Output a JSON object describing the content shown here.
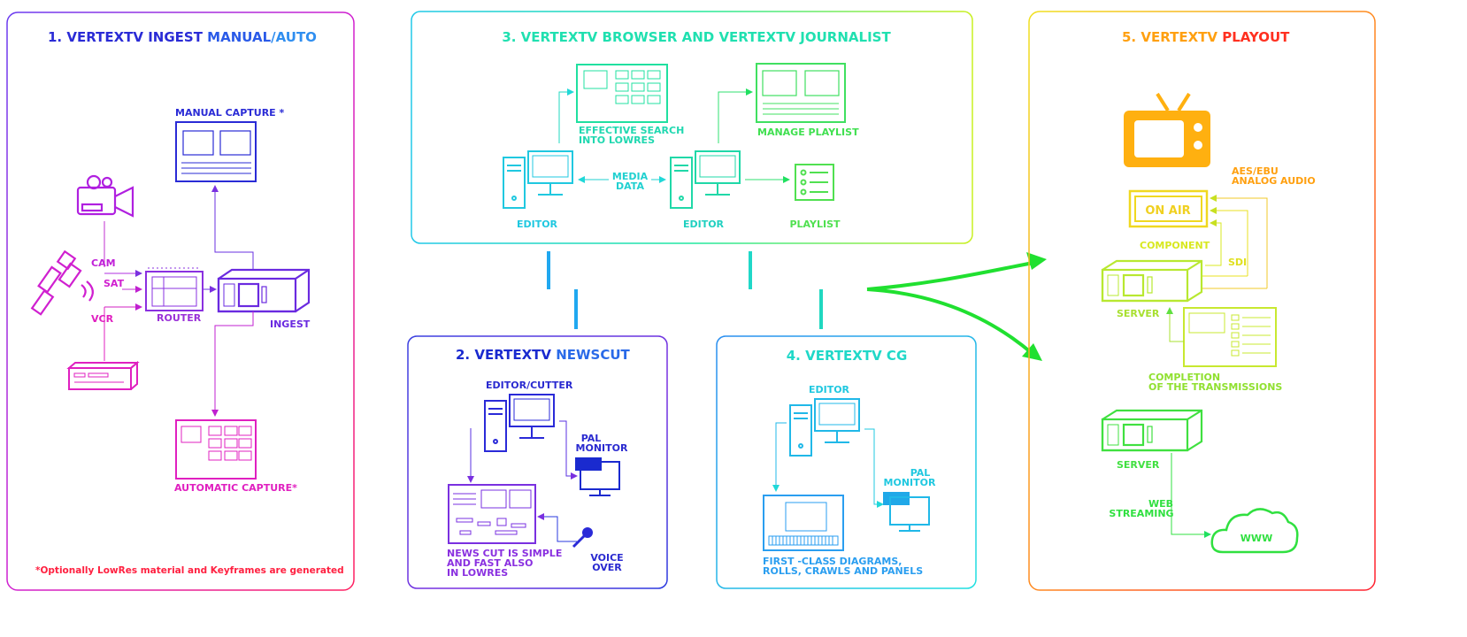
{
  "panels": {
    "ingest": {
      "title_num": "1. VERTEXTV INGEST ",
      "title_a": "MANUAL",
      "title_b": "/AUTO",
      "manual_capture": "MANUAL CAPTURE *",
      "cam": "CAM",
      "sat": "SAT",
      "vcr": "VCR",
      "router": "ROUTER",
      "ingest": "INGEST",
      "automatic_capture": "AUTOMATIC CAPTURE*",
      "footnote": "*Optionally LowRes material and Keyframes are generated"
    },
    "browser": {
      "title": "3. VERTEXTV BROWSER AND VERTEXTV JOURNALIST",
      "search_line1": "EFFECTIVE SEARCH",
      "search_line2": "INTO LOWRES",
      "manage_playlist": "MANAGE PLAYLIST",
      "media_line1": "MEDIA",
      "media_line2": "DATA",
      "editor_left": "EDITOR",
      "editor_right": "EDITOR",
      "playlist": "PLAYLIST"
    },
    "newscut": {
      "title_num": "2. VERTEXTV ",
      "title_b": "NEWSCUT",
      "editor_cutter": "EDITOR/CUTTER",
      "pal_line1": "PAL",
      "pal_line2": "MONITOR",
      "caption_line1": "NEWS CUT IS SIMPLE",
      "caption_line2": "AND FAST ALSO",
      "caption_line3": "IN LOWRES",
      "voice_line1": "VOICE",
      "voice_line2": "OVER"
    },
    "cg": {
      "title": "4. VERTEXTV CG",
      "editor": "EDITOR",
      "pal_line1": "PAL",
      "pal_line2": "MONITOR",
      "caption_line1": "FIRST -CLASS DIAGRAMS,",
      "caption_line2": "ROLLS, CRAWLS AND PANELS"
    },
    "playout": {
      "title_num": "5. VERTEXTV ",
      "title_b": "PLAYOUT",
      "aes_line1": "AES/EBU",
      "aes_line2": "ANALOG AUDIO",
      "on_air": "ON AIR",
      "component": "COMPONENT",
      "sdi": "SDI",
      "server_top": "SERVER",
      "completion_line1": "COMPLETION",
      "completion_line2": "OF THE TRANSMISSIONS",
      "server_bottom": "SERVER",
      "web_line1": "WEB",
      "web_line2": "STREAMING",
      "www": "WWW"
    }
  },
  "colors": {
    "ingest_title": "#2a2bd6",
    "ingest_accent": "#2f8ef0",
    "cyan": "#19e0e0",
    "green": "#1fe04a",
    "lime": "#9cf03a",
    "yellow": "#f0e21c",
    "orange": "#ffa000",
    "red": "#ff2020",
    "magenta": "#e020d0",
    "purple": "#8a2be2",
    "blue": "#2a3adf"
  },
  "icons": [
    "camera-icon",
    "satellite-icon",
    "vcr-icon",
    "router-icon",
    "ingest-server-icon",
    "computer-icon",
    "tv-icon",
    "on-air-sign-icon",
    "server-icon",
    "cloud-icon",
    "microphone-icon",
    "pal-monitor-icon",
    "playlist-icon"
  ]
}
